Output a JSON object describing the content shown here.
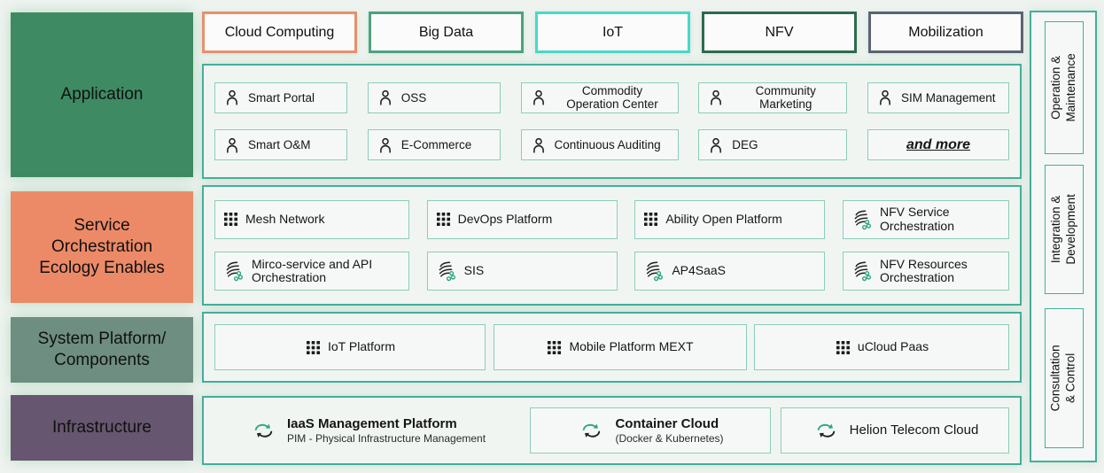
{
  "colors": {
    "page_bg": "#EFF3F0",
    "container_border": "#43AE9C",
    "item_border": "#8CCDBB",
    "icon_green": "#2FA77C",
    "icon_dark": "#222222"
  },
  "tabs": [
    {
      "label": "Cloud Computing",
      "border_color": "#E8906B"
    },
    {
      "label": "Big Data",
      "border_color": "#4DA183"
    },
    {
      "label": "IoT",
      "border_color": "#49D8C8"
    },
    {
      "label": "NFV",
      "border_color": "#2D6A4E"
    },
    {
      "label": "Mobilization",
      "border_color": "#5A6472"
    }
  ],
  "left_labels": [
    {
      "label": "Application",
      "bg": "#3E8A63"
    },
    {
      "label": "Service Orchestration Ecology Enables",
      "bg": "#EC8A68"
    },
    {
      "label": "System Platform/ Components",
      "bg": "#6D8E80"
    },
    {
      "label": "Infrastructure",
      "bg": "#66566F"
    }
  ],
  "application": {
    "items_row1": [
      {
        "icon": "person",
        "label": "Smart Portal"
      },
      {
        "icon": "person",
        "label": "OSS"
      },
      {
        "icon": "person",
        "label": "Commodity Operation Center"
      },
      {
        "icon": "person",
        "label": "Community Marketing"
      },
      {
        "icon": "person",
        "label": "SIM Management"
      }
    ],
    "items_row2": [
      {
        "icon": "person",
        "label": "Smart O&M"
      },
      {
        "icon": "person",
        "label": "E-Commerce"
      },
      {
        "icon": "person",
        "label": "Continuous Auditing"
      },
      {
        "icon": "person",
        "label": "DEG"
      },
      {
        "icon": "none",
        "label": "and more"
      }
    ]
  },
  "service": {
    "items_row1": [
      {
        "icon": "grid",
        "label": "Mesh Network"
      },
      {
        "icon": "grid",
        "label": "DevOps Platform"
      },
      {
        "icon": "grid",
        "label": "Ability Open Platform"
      },
      {
        "icon": "wave",
        "label": "NFV Service Orchestration"
      }
    ],
    "items_row2": [
      {
        "icon": "wave",
        "label": "Mirco-service and API Orchestration"
      },
      {
        "icon": "wave",
        "label": "SIS"
      },
      {
        "icon": "wave",
        "label": "AP4SaaS"
      },
      {
        "icon": "wave",
        "label": "NFV Resources Orchestration"
      }
    ]
  },
  "system": {
    "items": [
      {
        "icon": "grid",
        "label": "IoT Platform"
      },
      {
        "icon": "grid",
        "label": "Mobile Platform MEXT"
      },
      {
        "icon": "grid",
        "label": "uCloud Paas"
      }
    ]
  },
  "infrastructure": {
    "items": [
      {
        "icon": "cloud-sync",
        "label": "IaaS Management Platform",
        "subtitle": "PIM - Physical Infrastructure Management"
      },
      {
        "icon": "cloud-sync",
        "label": "Container Cloud",
        "subtitle": "(Docker & Kubernetes)"
      },
      {
        "icon": "cloud-sync",
        "label": "Helion Telecom Cloud",
        "subtitle": ""
      }
    ]
  },
  "side_panels": [
    {
      "label": "Operation & Maintenance"
    },
    {
      "label": "Integration & Development"
    },
    {
      "label": "Consultation & Control"
    }
  ]
}
